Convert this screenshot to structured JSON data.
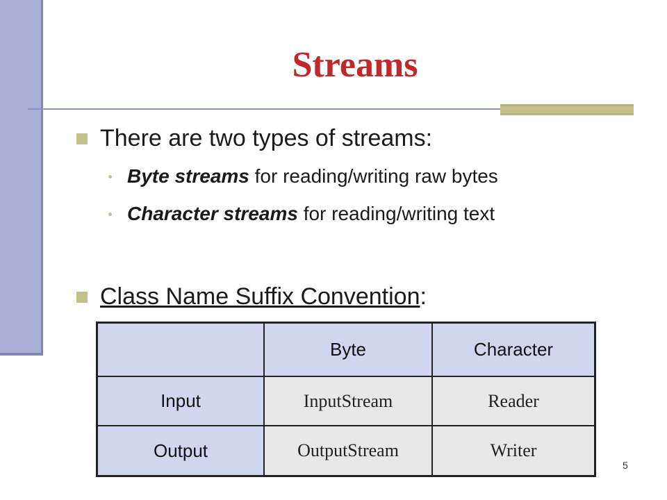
{
  "slide": {
    "title": "Streams",
    "bullets": [
      {
        "text": "There are two types of streams:"
      },
      {
        "text": "Class Name Suffix Convention",
        "suffix": ":"
      }
    ],
    "subbullets": [
      {
        "bold": "Byte streams",
        "text": " for reading/writing raw bytes"
      },
      {
        "bold": "Character streams",
        "text": " for reading/writing text"
      }
    ],
    "table": {
      "header": [
        "",
        "Byte",
        "Character"
      ],
      "rows": [
        {
          "label": "Input",
          "byte": "InputStream",
          "character": "Reader"
        },
        {
          "label": "Output",
          "byte": "OutputStream",
          "character": "Writer"
        }
      ]
    },
    "page_number": "5"
  }
}
